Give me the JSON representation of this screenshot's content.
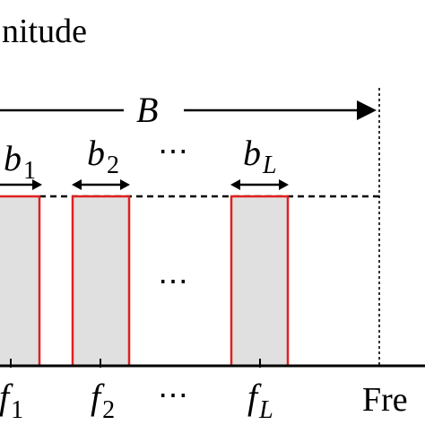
{
  "axis": {
    "y_label": "nitude",
    "x_label": "Fre"
  },
  "bandwidth": {
    "label": "B"
  },
  "bands": [
    {
      "symbol": "b",
      "subscript": "1",
      "center_symbol": "f",
      "center_subscript": "1",
      "box_color": "#e02020",
      "fill_color": "#e0e0e0"
    },
    {
      "symbol": "b",
      "subscript": "2",
      "center_symbol": "f",
      "center_subscript": "2",
      "box_color": "#e02020",
      "fill_color": "#e0e0e0"
    },
    {
      "symbol": "b",
      "subscript": "L",
      "center_symbol": "f",
      "center_subscript": "L",
      "box_color": "#e02020",
      "fill_color": "#e0e0e0"
    }
  ],
  "ellipsis": "⋯",
  "colors": {
    "line": "#000000",
    "band_outline": "#e02020",
    "band_fill": "#e0e0e0"
  }
}
